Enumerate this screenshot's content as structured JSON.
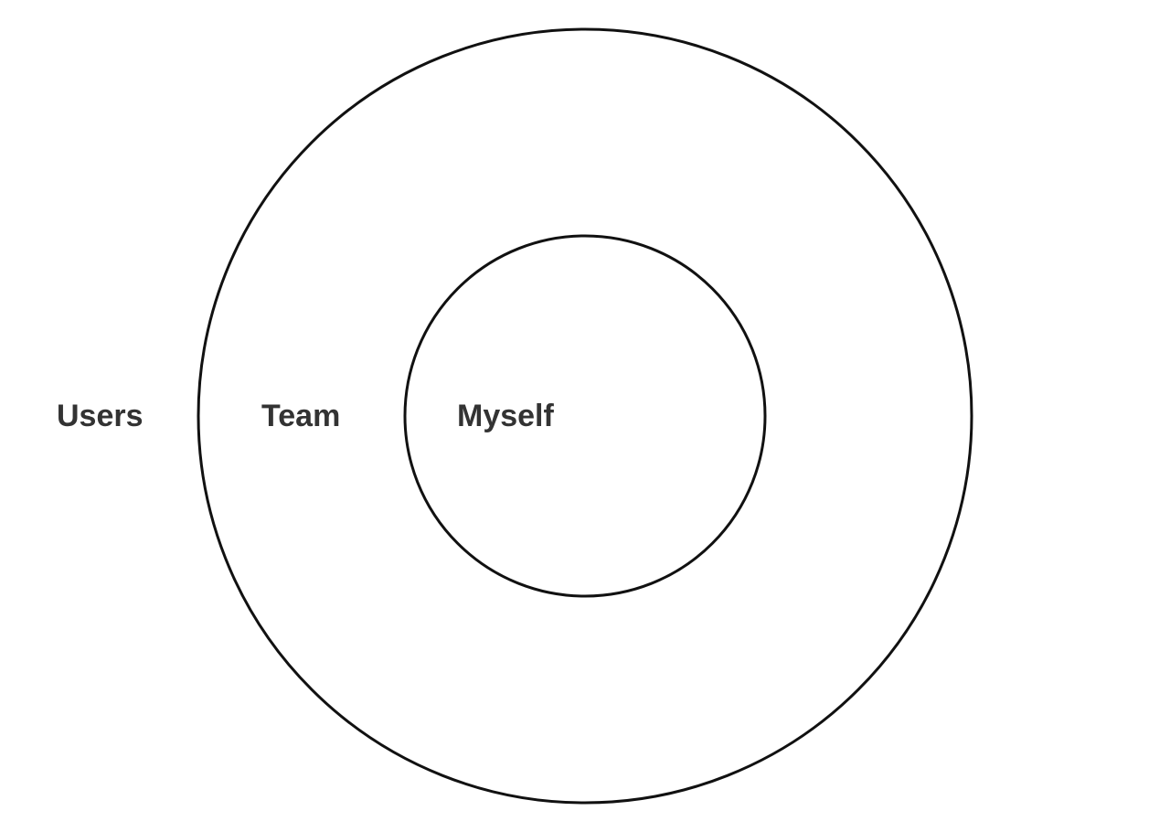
{
  "diagram": {
    "labels": {
      "outer": "Users",
      "middle": "Team",
      "inner": "Myself"
    }
  },
  "colors": {
    "stroke": "#111111",
    "text": "#333333",
    "background": "#ffffff"
  }
}
